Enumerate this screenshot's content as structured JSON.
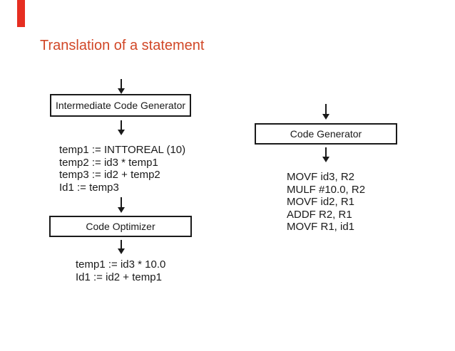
{
  "colors": {
    "background": "#ffffff",
    "title": "#d14727",
    "accent-bar": "#e62e21",
    "ink": "#1a1a1a"
  },
  "slide": {
    "title": "Translation of a statement"
  },
  "diagram": {
    "left_flow": {
      "generator_box_label": "Intermediate Code Generator",
      "intermediate_code": [
        "temp1 := INTTOREAL (10)",
        "temp2 := id3 * temp1",
        "temp3 := id2 + temp2",
        "Id1 := temp3"
      ],
      "optimizer_box_label": "Code Optimizer",
      "optimized_code": [
        "temp1 := id3 * 10.0",
        "Id1 := id2 + temp1"
      ]
    },
    "right_flow": {
      "generator_box_label": "Code Generator",
      "generated_code": [
        "MOVF id3, R2",
        "MULF #10.0, R2",
        "MOVF id2, R1",
        "ADDF R2, R1",
        "MOVF R1, id1"
      ]
    }
  }
}
